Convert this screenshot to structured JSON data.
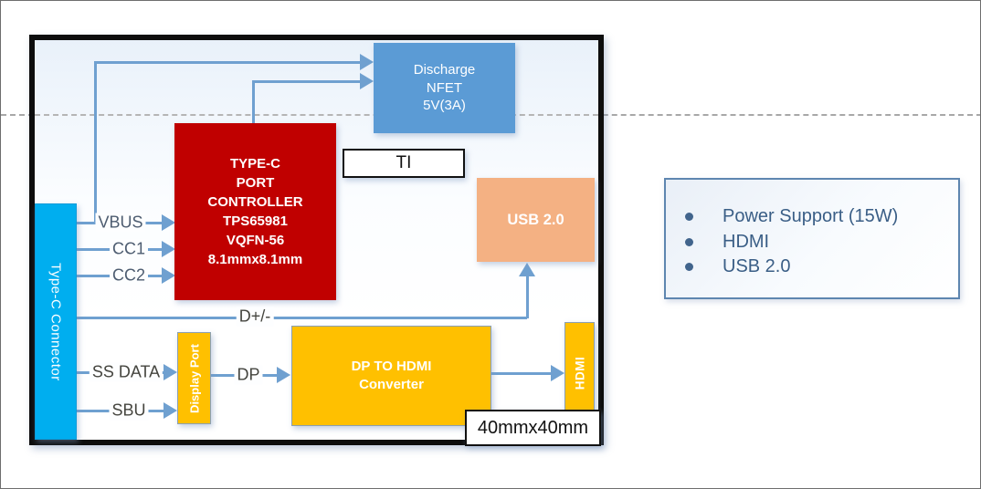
{
  "colors": {
    "line_blue": "#6FA0D0",
    "connector_cyan": "#00AEEF",
    "controller_red": "#C00000",
    "nfet_blue": "#5B9BD5",
    "usb_peach": "#F4B183",
    "block_yellow": "#FFC000",
    "label_slate": "#4D5C70",
    "label_gray": "#45453F",
    "callout_text": "#3A5E86",
    "callout_border": "#5E86B0",
    "frame_black": "#0D0D0D"
  },
  "blocks": {
    "connector": {
      "label": "Type-C Connector"
    },
    "controller": {
      "lines": [
        "TYPE-C",
        "PORT",
        "CONTROLLER",
        "TPS65981",
        "VQFN-56",
        "8.1mmx8.1mm"
      ]
    },
    "nfet": {
      "lines": [
        "Discharge",
        "NFET",
        "5V(3A)"
      ]
    },
    "ti": {
      "label": "TI"
    },
    "usb2": {
      "label": "USB 2.0"
    },
    "display_port": {
      "label": "Display Port"
    },
    "converter": {
      "lines": [
        "DP TO HDMI",
        "Converter"
      ]
    },
    "hdmi": {
      "label": "HDMI"
    },
    "size_note": {
      "label": "40mmx40mm"
    }
  },
  "signal_labels": {
    "vbus": "VBUS",
    "cc1": "CC1",
    "cc2": "CC2",
    "dpm": "D+/-",
    "ssdata": "SS DATA",
    "sbu": "SBU",
    "dp": "DP"
  },
  "callout": {
    "items": [
      "Power Support (15W)",
      "HDMI",
      "USB 2.0"
    ]
  }
}
